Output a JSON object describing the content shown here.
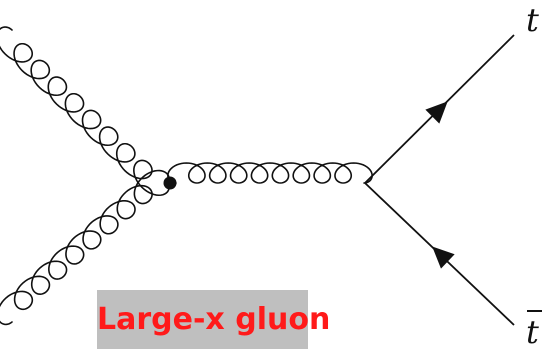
{
  "labels": {
    "top_quark": "t",
    "anti_top_quark": "t"
  },
  "caption": "Large-x gluon",
  "colors": {
    "caption_text": "#ff1a1a",
    "caption_bg": "#bfbfbf",
    "lines": "#111111"
  }
}
